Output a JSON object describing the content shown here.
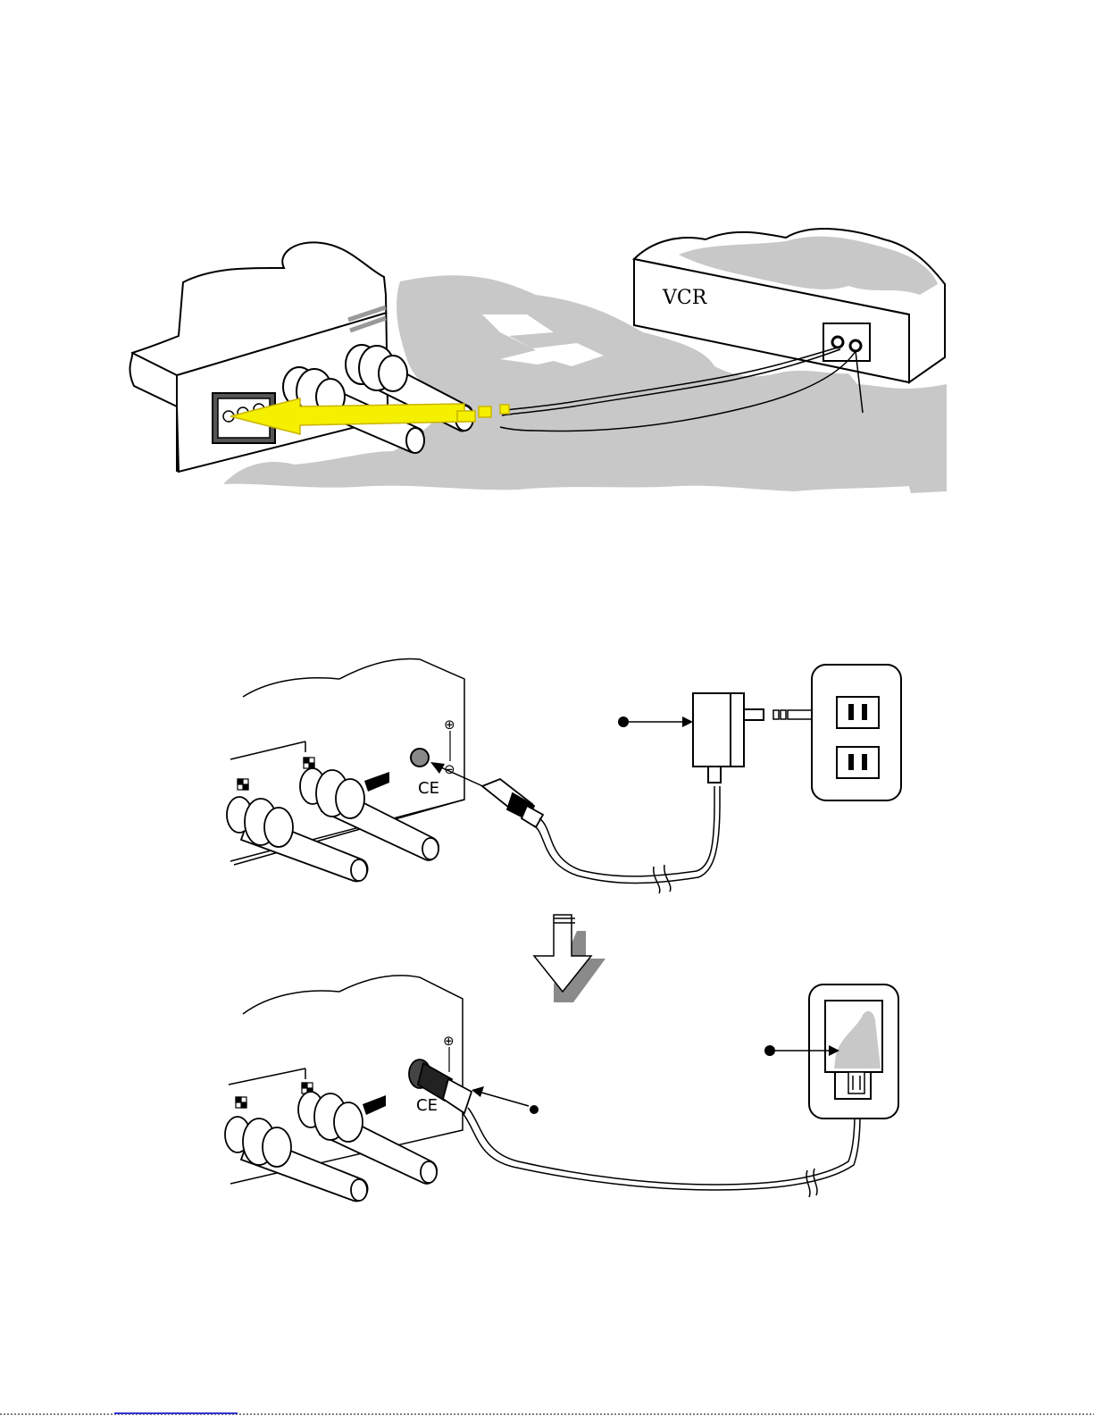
{
  "figure_1": {
    "device_label": "VCR"
  },
  "figure_2": {
    "ce_mark": "CE",
    "polarity_top": "⊕",
    "polarity_bottom": "⊖"
  },
  "figure_3": {
    "ce_mark": "CE",
    "polarity_top": "⊕"
  },
  "colors": {
    "line": "#000000",
    "fill_gray": "#c8c8c8",
    "arrow_yellow": "#f5f000",
    "arrow_outline": "#c9b400",
    "arrow_shadow": "#8a8a8a"
  }
}
